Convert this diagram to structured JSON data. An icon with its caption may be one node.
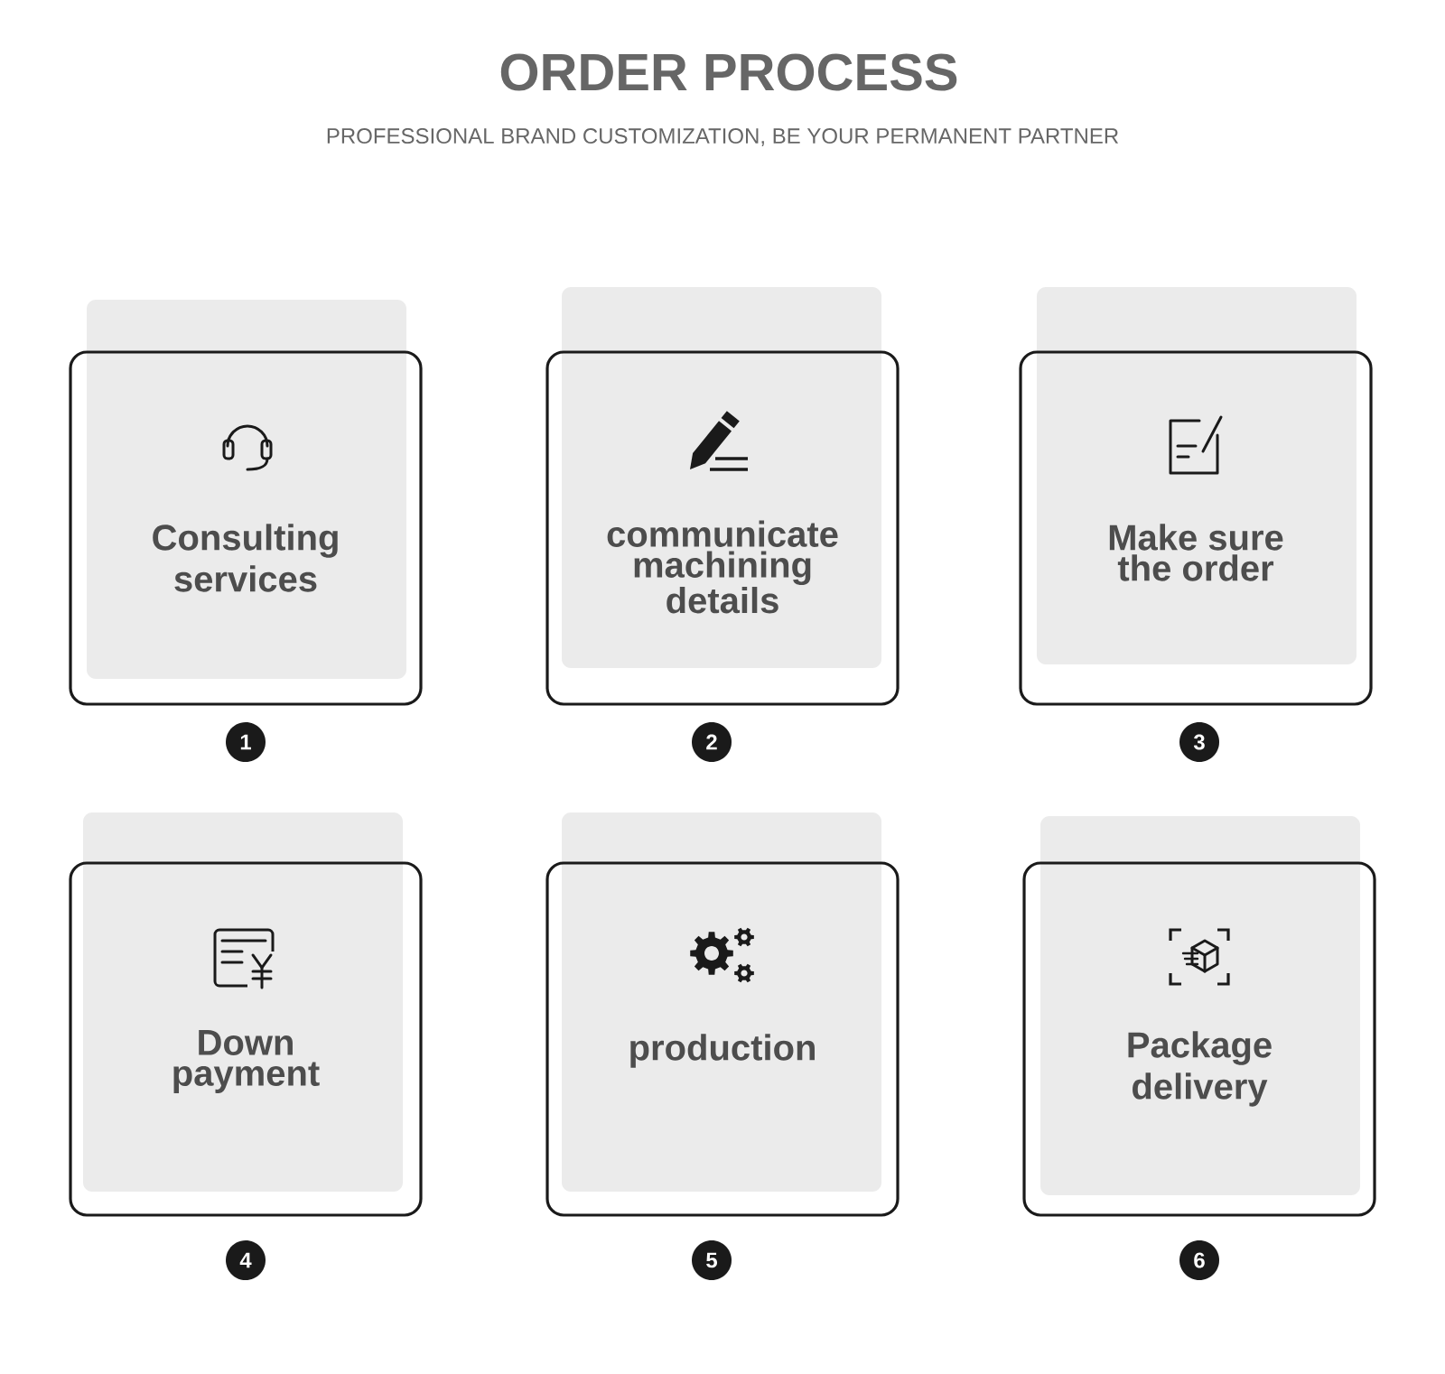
{
  "diagram": {
    "title": "ORDER PROCESS",
    "nodes": [
      {
        "text": [
          "Consulting services"
        ],
        "beside": [
          "1"
        ]
      },
      {
        "text": [
          "communicate machining details"
        ],
        "beside": [
          "2"
        ]
      },
      {
        "text": [
          "Make sure the order"
        ],
        "beside": [
          "3"
        ]
      },
      {
        "text": [
          "Down payment"
        ],
        "beside": [
          "4"
        ]
      },
      {
        "text": [
          "production"
        ],
        "beside": [
          "5"
        ]
      },
      {
        "text": [
          "Package delivery"
        ],
        "beside": [
          "6"
        ]
      }
    ],
    "labels": [
      "PROFESSIONAL BRAND CUSTOMIZATION, BE YOUR PERMANENT PARTNER"
    ]
  }
}
